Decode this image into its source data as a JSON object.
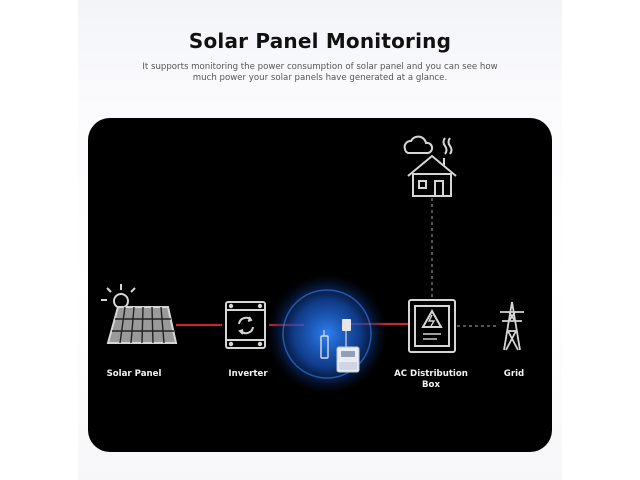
{
  "header": {
    "title": "Solar Panel Monitoring",
    "subtitle_line1": "It supports monitoring the power consumption of solar panel and you can see how",
    "subtitle_line2": "much power your solar panels have generated at a glance."
  },
  "diagram": {
    "nodes": {
      "solar_panel": "Solar Panel",
      "inverter": "Inverter",
      "ac_box_line1": "AC Distribution",
      "ac_box_line2": "Box",
      "grid": "Grid"
    }
  },
  "colors": {
    "panel_bg": "#000000",
    "power_line": "#c0282e",
    "icon_stroke": "#d6d6d6",
    "glow": "#1e6fe6",
    "dashed_line": "#8a8a8a"
  }
}
